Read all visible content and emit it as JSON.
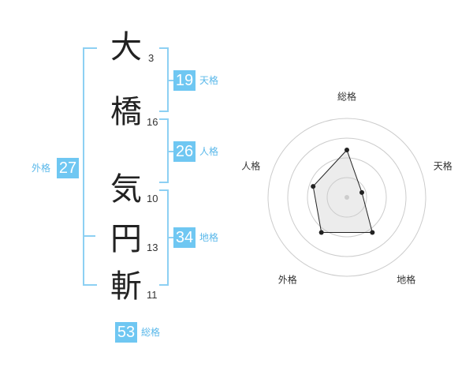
{
  "name": {
    "chars": [
      {
        "char": "大",
        "strokes": "3"
      },
      {
        "char": "橋",
        "strokes": "16"
      },
      {
        "char": "気",
        "strokes": "10"
      },
      {
        "char": "円",
        "strokes": "13"
      },
      {
        "char": "斬",
        "strokes": "11"
      }
    ]
  },
  "fortunes": {
    "tenkaku": {
      "value": "19",
      "label": "天格"
    },
    "jinkaku": {
      "value": "26",
      "label": "人格"
    },
    "chikaku": {
      "value": "34",
      "label": "地格"
    },
    "gaikaku": {
      "value": "27",
      "label": "外格"
    },
    "soukaku": {
      "value": "53",
      "label": "総格"
    }
  },
  "accent_color": "#6fc7f2",
  "chart_data": {
    "type": "radar",
    "axes": [
      "総格",
      "天格",
      "地格",
      "外格",
      "人格"
    ],
    "values": [
      0.6,
      0.2,
      0.55,
      0.55,
      0.45
    ],
    "ring_count": 4,
    "max": 1
  }
}
